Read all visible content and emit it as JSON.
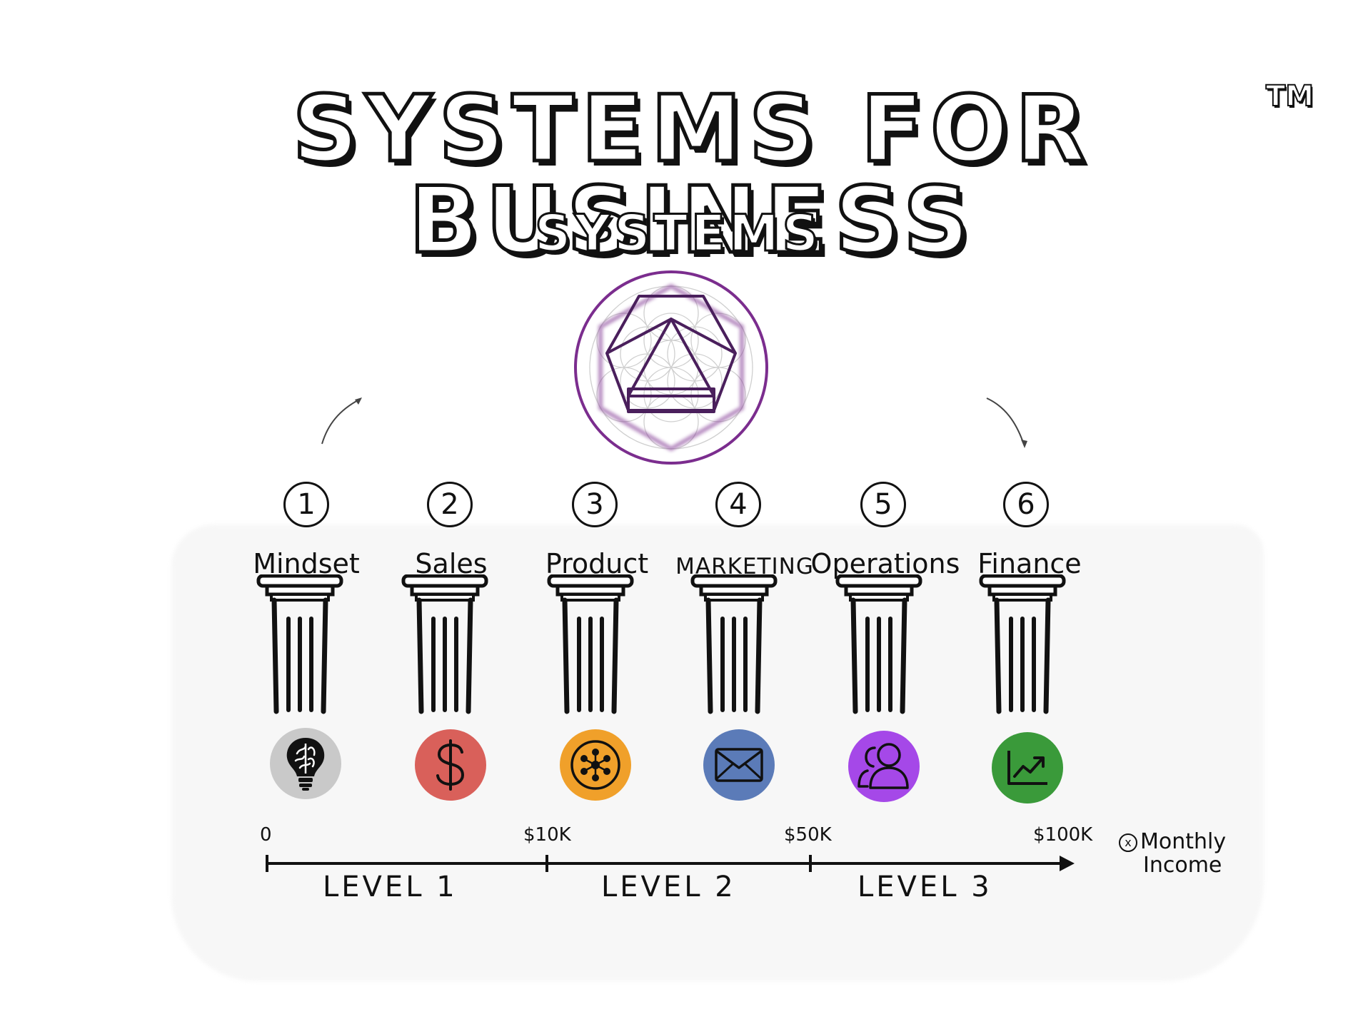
{
  "title": "SYSTEMS FOR BUSINESS",
  "trademark": "TM",
  "subtitle": "SYSTEMS",
  "logo": {
    "icon": "sacred-geometry-hexagon",
    "color": "#7b2d8e"
  },
  "pillars": [
    {
      "number": "1",
      "label": "Mindset",
      "icon": "brain-lightbulb-icon",
      "color": "#c9c9c9"
    },
    {
      "number": "2",
      "label": "Sales",
      "icon": "dollar-icon",
      "color": "#d9605a"
    },
    {
      "number": "3",
      "label": "Product",
      "icon": "molecule-icon",
      "color": "#f0a02a"
    },
    {
      "number": "4",
      "label": "MARKETING",
      "icon": "envelope-icon",
      "color": "#5b7bb8"
    },
    {
      "number": "5",
      "label": "Operations",
      "icon": "users-icon",
      "color": "#a548e8"
    },
    {
      "number": "6",
      "label": "Finance",
      "icon": "chart-up-icon",
      "color": "#3a9a3a"
    }
  ],
  "axis": {
    "ticks": [
      "0",
      "$10K",
      "$50K",
      "$100K"
    ],
    "levels": [
      "LEVEL 1",
      "LEVEL 2",
      "LEVEL 3"
    ],
    "legend_symbol": "x",
    "legend_line1": "Monthly",
    "legend_line2": "Income"
  }
}
